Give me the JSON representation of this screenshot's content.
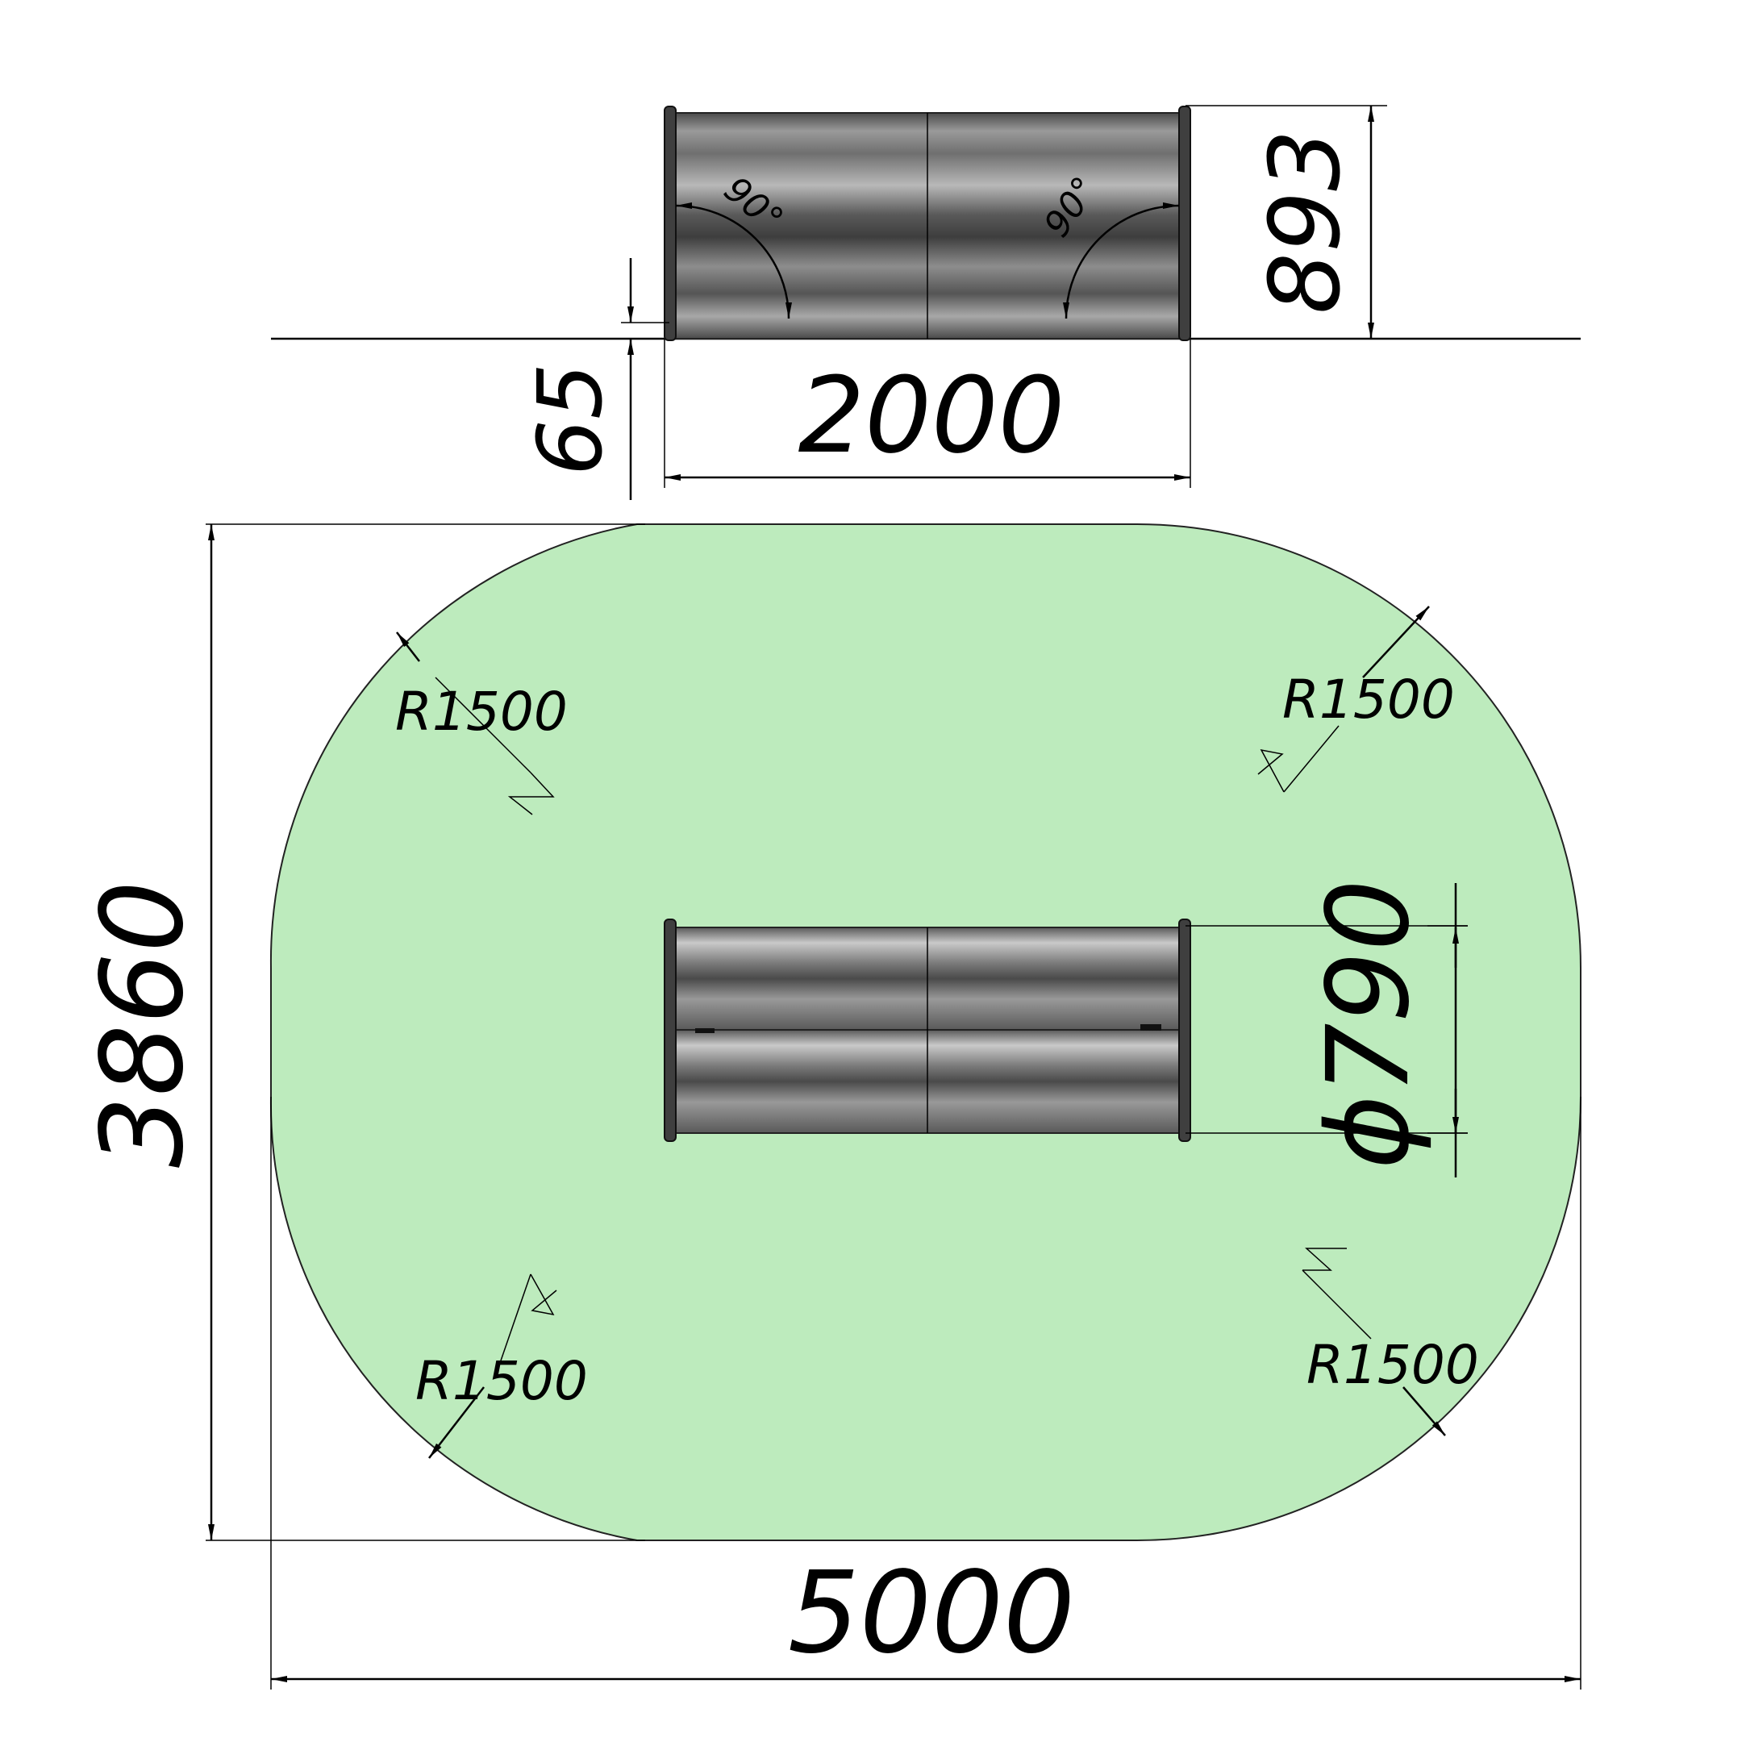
{
  "dimensions": {
    "height_total": "893",
    "ground_clearance": "65",
    "length_side": "2000",
    "angle_left": "90°",
    "angle_right": "90°",
    "zone_length": "5000",
    "zone_width": "3860",
    "diameter": "ϕ790",
    "radius_top_left": "R1500",
    "radius_top_right": "R1500",
    "radius_bottom_left": "R1500",
    "radius_bottom_right": "R1500"
  },
  "colors": {
    "safety_zone_fill": "#bdebbd",
    "pipe_dark": "#4b4b4b",
    "pipe_light": "#b5b5b5",
    "line": "#000000"
  }
}
